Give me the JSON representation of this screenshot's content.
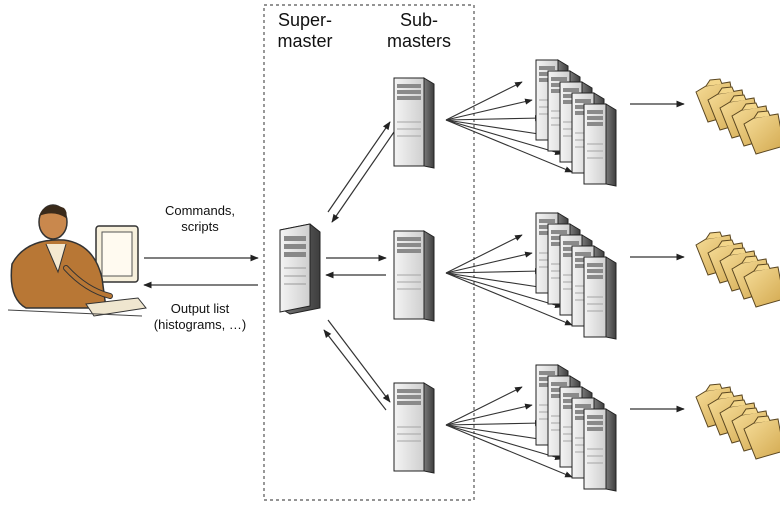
{
  "labels": {
    "supermaster_l1": "Super-",
    "supermaster_l2": "master",
    "submasters_l1": "Sub-",
    "submasters_l2": "masters",
    "commands_l1": "Commands,",
    "commands_l2": "scripts",
    "output_l1": "Output list",
    "output_l2": "(histograms, …)"
  },
  "icons": {
    "user": "user-at-computer-icon",
    "server": "server-tower-icon",
    "worker_stack": "worker-server-stack-icon",
    "files": "file-folder-stack-icon"
  },
  "colors": {
    "arrow": "#333333",
    "dashed_box": "#555555",
    "folder": "#e8c777",
    "server_body": "#ececec"
  },
  "groups": 3
}
